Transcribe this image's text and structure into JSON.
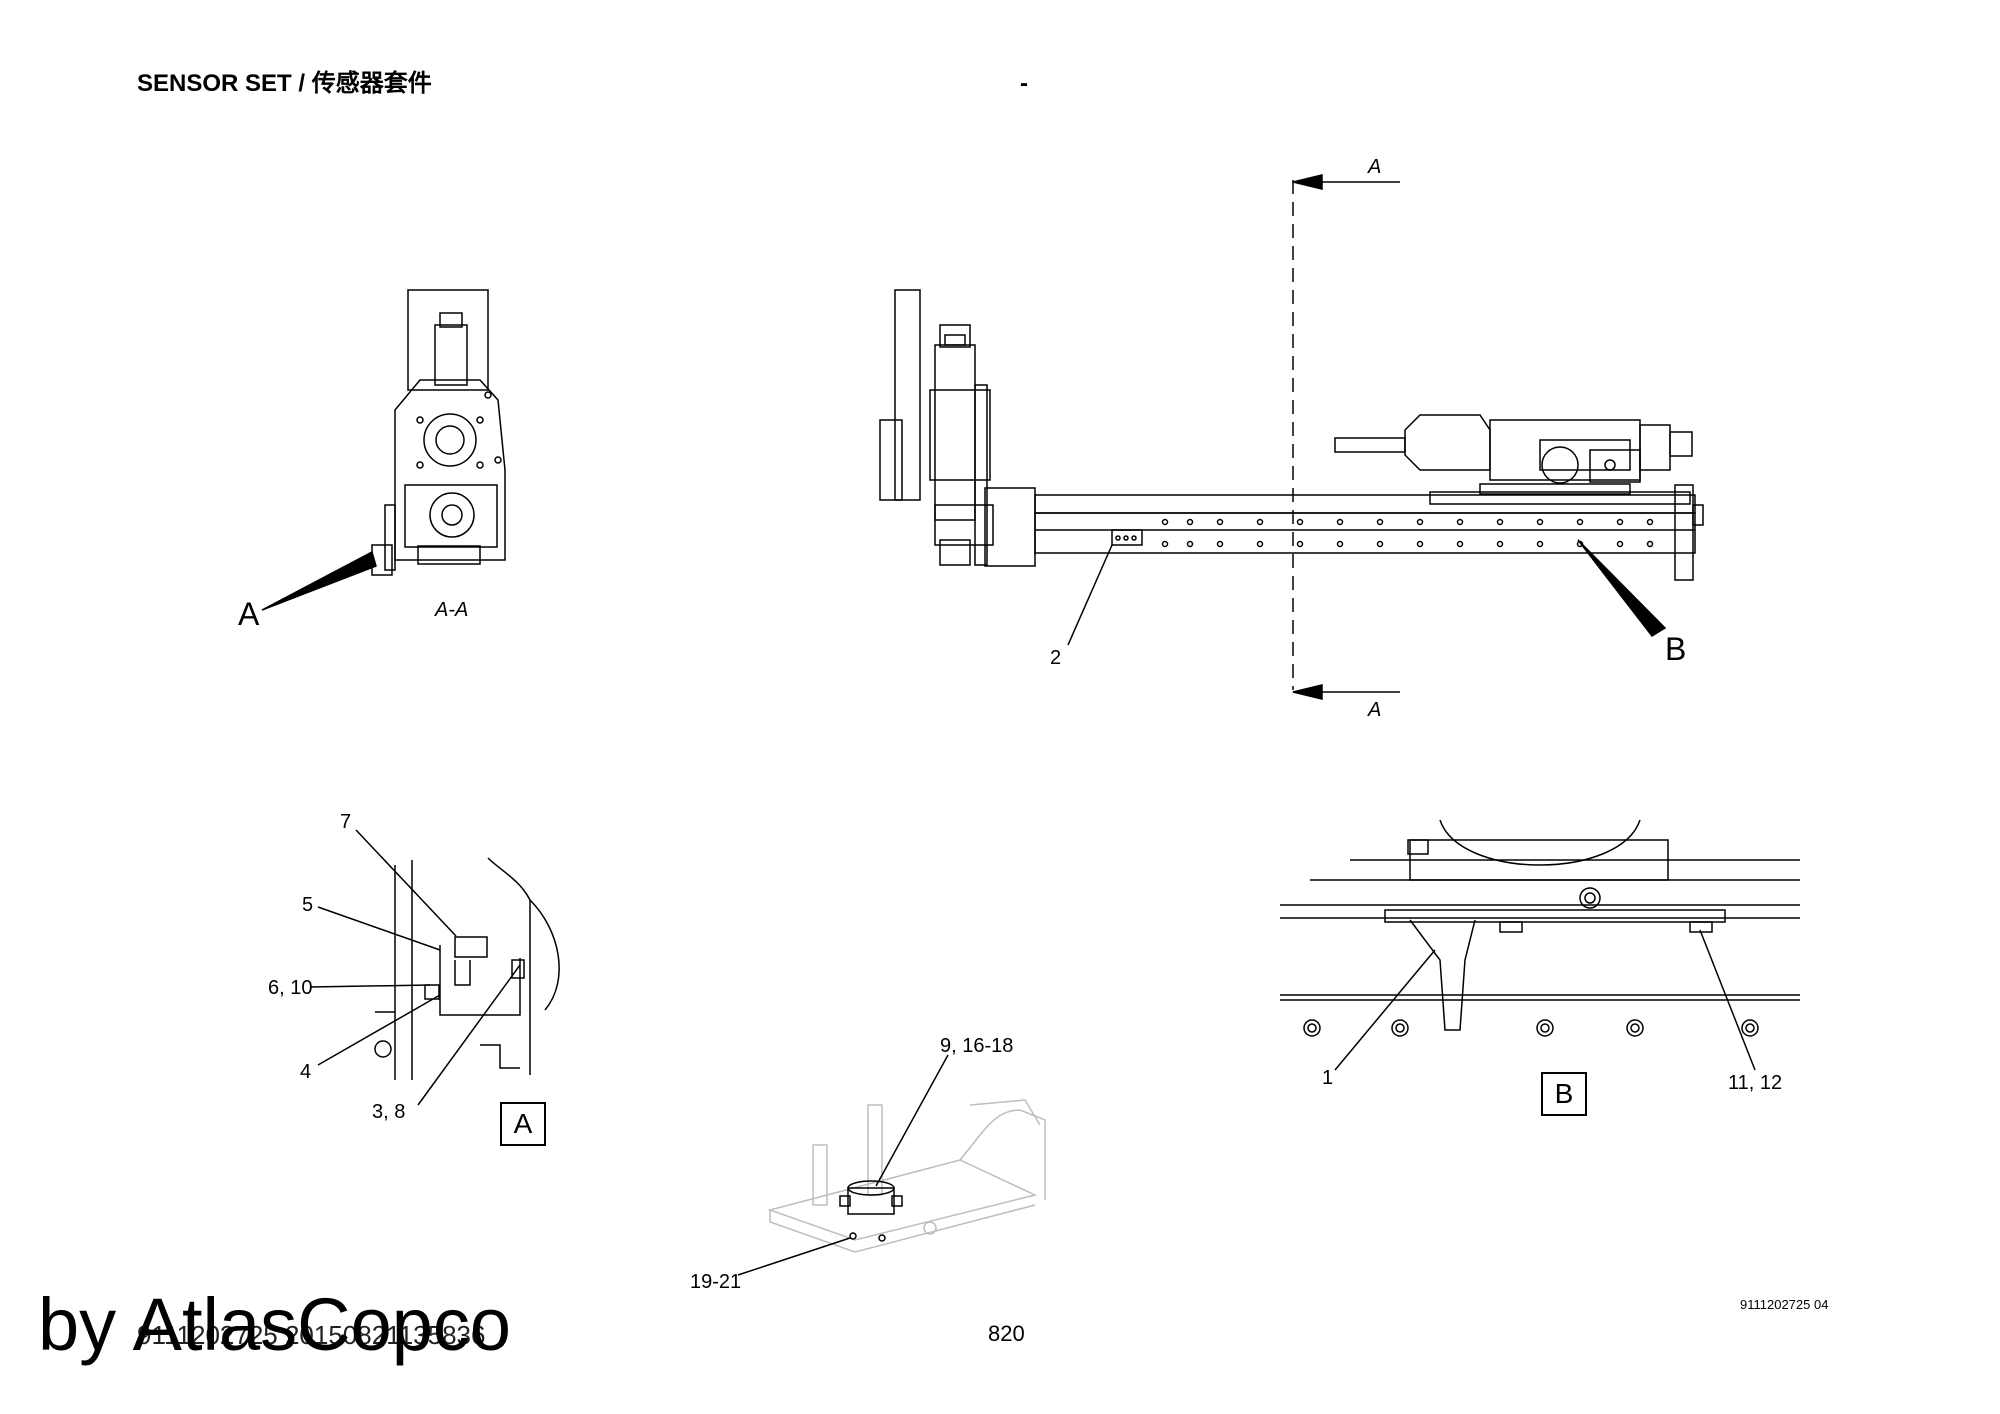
{
  "header": {
    "title": "SENSOR SET / 传感器套件",
    "dash": "-"
  },
  "views": {
    "section_arrow_label_top": "A",
    "section_arrow_label_bottom": "A",
    "section_view_label": "A-A",
    "detail_pointer_a": "A",
    "detail_pointer_b": "B"
  },
  "callouts": {
    "c2": "2",
    "c7": "7",
    "c5": "5",
    "c6_10": "6, 10",
    "c4": "4",
    "c3_8": "3, 8",
    "c1": "1",
    "c11_12": "11, 12",
    "c9_16_18": "9, 16-18",
    "c19_21": "19-21"
  },
  "detail_boxes": {
    "a": "A",
    "b": "B"
  },
  "footer": {
    "drawing_number": "9111202725 04",
    "document_id": "9111202725 20150821135836",
    "page_number": "820"
  },
  "watermark": "by AtlasCopco"
}
